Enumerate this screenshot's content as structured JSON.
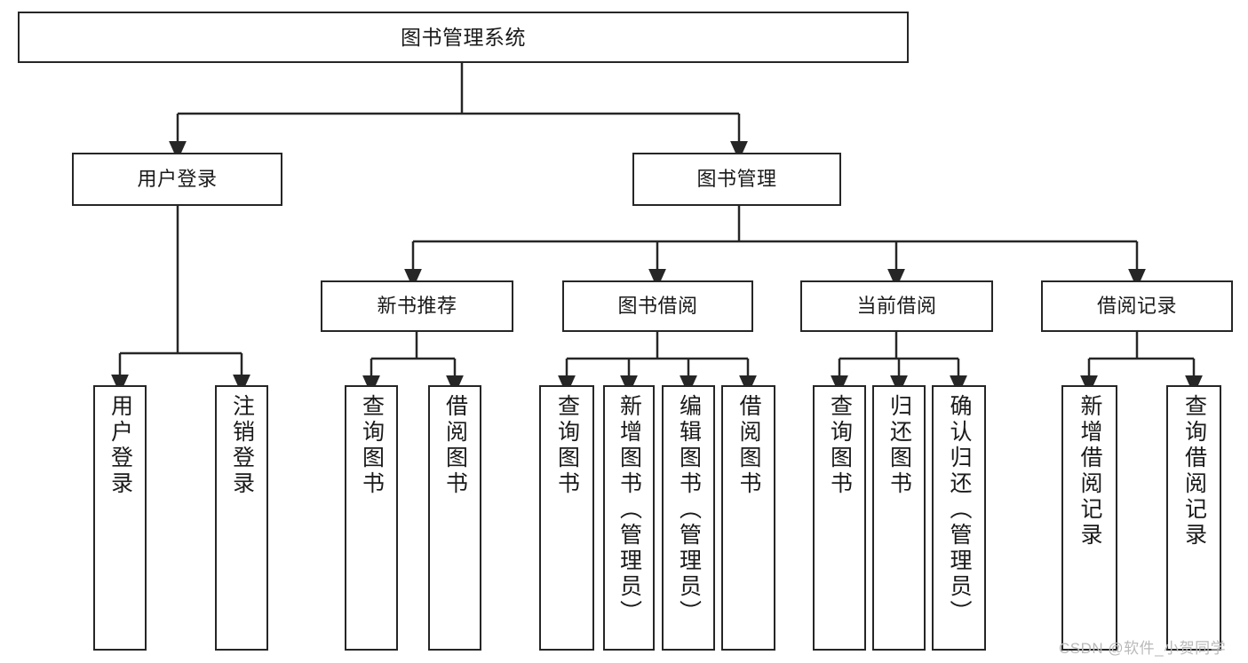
{
  "diagram": {
    "type": "hierarchy-tree",
    "title": "图书管理系统",
    "levels": {
      "root": {
        "label": "图书管理系统"
      },
      "level2": [
        {
          "label": "用户登录"
        },
        {
          "label": "图书管理"
        }
      ],
      "level3": [
        {
          "label": "新书推荐"
        },
        {
          "label": "图书借阅"
        },
        {
          "label": "当前借阅"
        },
        {
          "label": "借阅记录"
        }
      ]
    },
    "leaves": {
      "user_login": [
        {
          "label": "用户登录"
        },
        {
          "label": "注销登录"
        }
      ],
      "new_book_recommend": [
        {
          "label": "查询图书"
        },
        {
          "label": "借阅图书"
        }
      ],
      "book_borrow": [
        {
          "label": "查询图书"
        },
        {
          "label": "新增图书（管理员）"
        },
        {
          "label": "编辑图书（管理员）"
        },
        {
          "label": "借阅图书"
        }
      ],
      "current_borrow": [
        {
          "label": "查询图书"
        },
        {
          "label": "归还图书"
        },
        {
          "label": "确认归还（管理员）"
        }
      ],
      "borrow_record": [
        {
          "label": "新增借阅记录"
        },
        {
          "label": "查询借阅记录"
        }
      ]
    }
  },
  "watermark": {
    "text": "CSDN @软件_小贺同学"
  },
  "colors": {
    "stroke": "#262626",
    "background": "#ffffff",
    "text": "#1a1a1a",
    "watermark": "#b9b9b9"
  }
}
